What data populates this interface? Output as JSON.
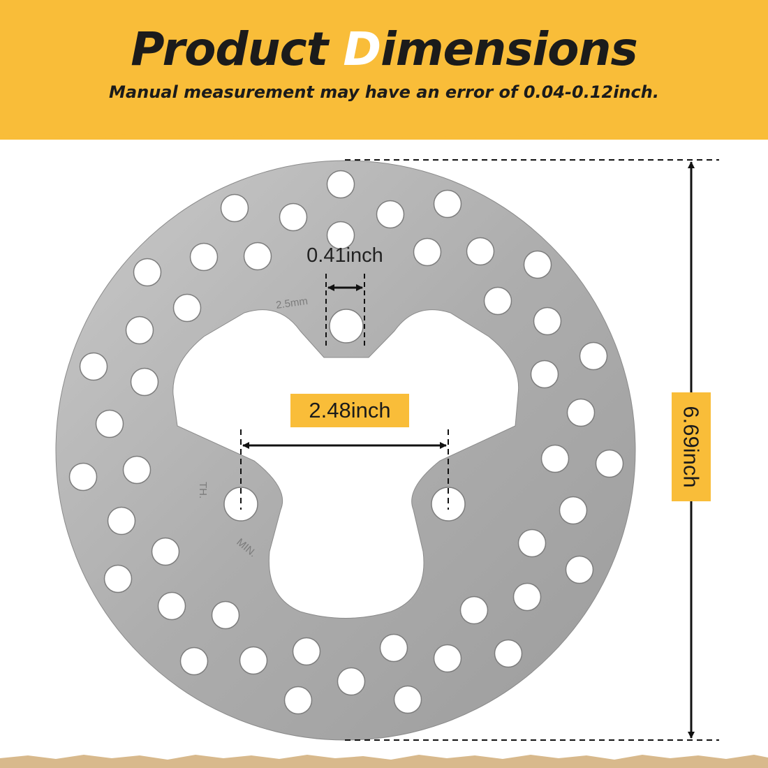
{
  "header": {
    "title_before": "Product ",
    "title_accent": "D",
    "title_after": "imensions",
    "subtitle": "Manual measurement may have an error of 0.04-0.12inch."
  },
  "dimensions": {
    "height": "6.69inch",
    "bolt_spacing": "2.48inch",
    "hole": "0.41inch"
  },
  "engravings": {
    "thickness": "2.5mm",
    "th": "TH.",
    "min": "MIN."
  },
  "colors": {
    "accent": "#f9bd39",
    "disc": "#b3b3b3",
    "text": "#1b1b1b"
  },
  "icons": [
    "brake-disc-icon"
  ]
}
